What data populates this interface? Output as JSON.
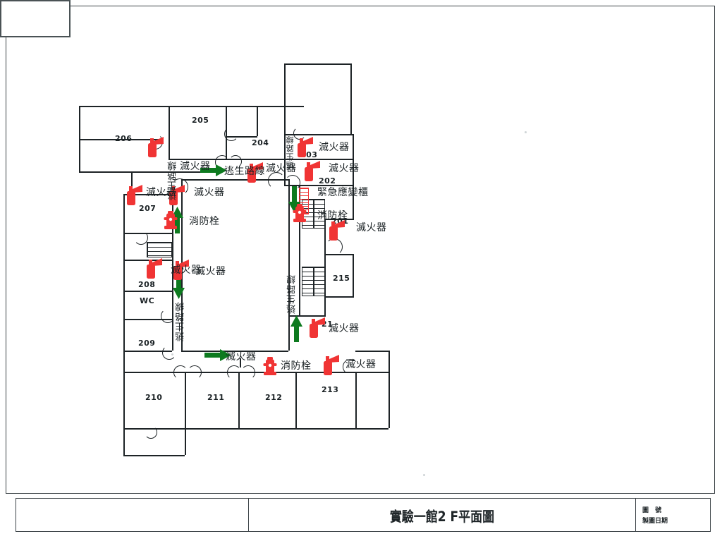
{
  "sheet": {
    "title": "實驗一館2 F平面圖",
    "drawing_no_label": "圖  號",
    "draw_date_label": "製圖日期"
  },
  "legend_terms": {
    "fire_extinguisher": "滅火器",
    "fire_hydrant": "消防栓",
    "escape_route": "逃生路線",
    "emergency_cabinet": "緊急應變櫃"
  },
  "rooms": [
    {
      "id": "206",
      "label": "206"
    },
    {
      "id": "205",
      "label": "205"
    },
    {
      "id": "204",
      "label": "204"
    },
    {
      "id": "203",
      "label": "203"
    },
    {
      "id": "202",
      "label": "202"
    },
    {
      "id": "201",
      "label": "201"
    },
    {
      "id": "207",
      "label": "207"
    },
    {
      "id": "208",
      "label": "208"
    },
    {
      "id": "wc",
      "label": "WC"
    },
    {
      "id": "209",
      "label": "209"
    },
    {
      "id": "210",
      "label": "210"
    },
    {
      "id": "211",
      "label": "211"
    },
    {
      "id": "212",
      "label": "212"
    },
    {
      "id": "213",
      "label": "213"
    },
    {
      "id": "214",
      "label": "21"
    },
    {
      "id": "215",
      "label": "215"
    }
  ],
  "annotations": [
    {
      "id": "a1",
      "text": "滅火器"
    },
    {
      "id": "a2",
      "text": "逃生路線"
    },
    {
      "id": "a3",
      "text": "滅火器"
    },
    {
      "id": "a4",
      "text": "滅火器"
    },
    {
      "id": "a5",
      "text": "滅火器"
    },
    {
      "id": "a6",
      "text": "滅火器"
    },
    {
      "id": "a7",
      "text": "滅火器"
    },
    {
      "id": "a8",
      "text": "緊急應變櫃"
    },
    {
      "id": "a9",
      "text": "消防栓"
    },
    {
      "id": "a10",
      "text": "滅火器"
    },
    {
      "id": "a11",
      "text": "消防栓"
    },
    {
      "id": "a12",
      "text": "滅火器"
    },
    {
      "id": "a13",
      "text": "滅火器"
    },
    {
      "id": "a14",
      "text": "逃生路線"
    },
    {
      "id": "a15",
      "text": "逃生路線"
    },
    {
      "id": "a16",
      "text": "逃生路線"
    },
    {
      "id": "a17",
      "text": "逃生路線"
    },
    {
      "id": "a18",
      "text": "逃生路線"
    },
    {
      "id": "a19",
      "text": "滅火器"
    },
    {
      "id": "a20",
      "text": "消防栓"
    },
    {
      "id": "a21",
      "text": "滅火器"
    },
    {
      "id": "a22",
      "text": "滅火器"
    }
  ],
  "colors": {
    "equipment_red": "#f03434",
    "route_green": "#0d7a1f",
    "wall_black": "#1d2326",
    "frame_gray": "#3b4246",
    "paper_white": "#ffffff"
  }
}
